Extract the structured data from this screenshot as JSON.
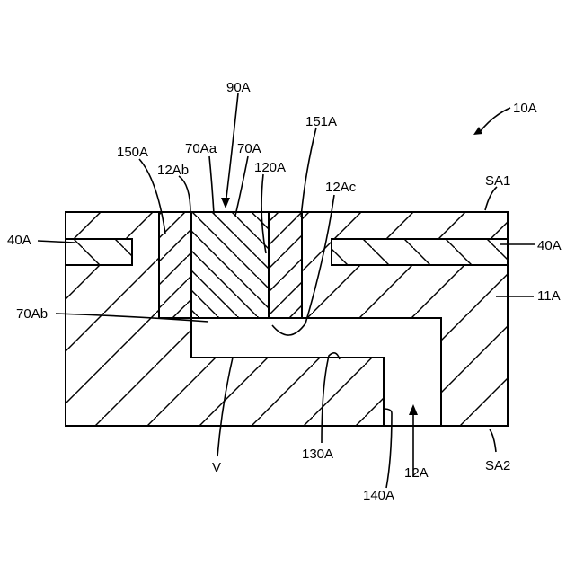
{
  "labels": {
    "fig_ref": "10A",
    "region_90A": "90A",
    "via_151A": "151A",
    "wall_150A": "150A",
    "top_70Aa": "70Aa",
    "plug_70A": "70A",
    "side_12Ab": "12Ab",
    "liner_120A": "120A",
    "side_12Ac": "12Ac",
    "surface_SA1": "SA1",
    "layer_40A_left": "40A",
    "layer_40A_right": "40A",
    "substrate_11A": "11A",
    "bottom_70Ab": "70Ab",
    "void_V": "V",
    "surface_130A": "130A",
    "cavity_12A": "12A",
    "surface_SA2": "SA2",
    "corner_140A": "140A"
  }
}
